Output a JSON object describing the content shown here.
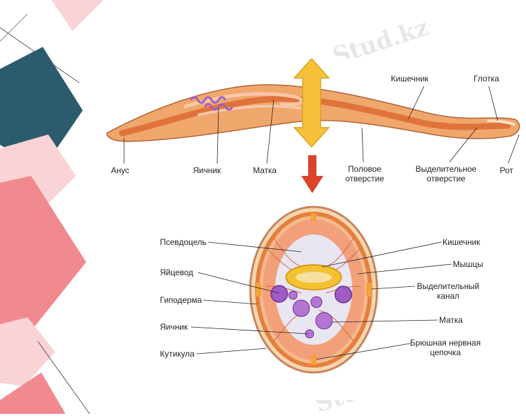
{
  "watermark": "Stud.kz",
  "watermark_alt": "- Stud.kz",
  "colors": {
    "teal": "#2d5b6e",
    "coral": "#f08a8f",
    "pink": "#f9d3d5",
    "body": "#f0a76c",
    "gut": "#e0733c",
    "ovary": "#a060c0",
    "arrow_yellow": "#f5c23a",
    "arrow_red": "#d9442b"
  },
  "longitudinal": {
    "labels": {
      "anus": "Анус",
      "ovary": "Яичник",
      "uterus": "Матка",
      "genital_opening_1": "Половое",
      "genital_opening_2": "отверстие",
      "excretory_opening_1": "Выделительное",
      "excretory_opening_2": "отверстие",
      "mouth": "Рот",
      "intestine": "Кишечник",
      "pharynx": "Глотка"
    }
  },
  "cross_section": {
    "labels": {
      "pseudocoel": "Псевдоцель",
      "oviduct": "Яйцевод",
      "hypodermis": "Гиподерма",
      "ovary": "Яичник",
      "cuticle": "Кутикула",
      "intestine": "Кишечник",
      "muscles": "Мышцы",
      "excretory_canal_1": "Выделительный",
      "excretory_canal_2": "канал",
      "uterus": "Матка",
      "nerve_cord_1": "Брюшная нервная",
      "nerve_cord_2": "цепочка"
    }
  }
}
